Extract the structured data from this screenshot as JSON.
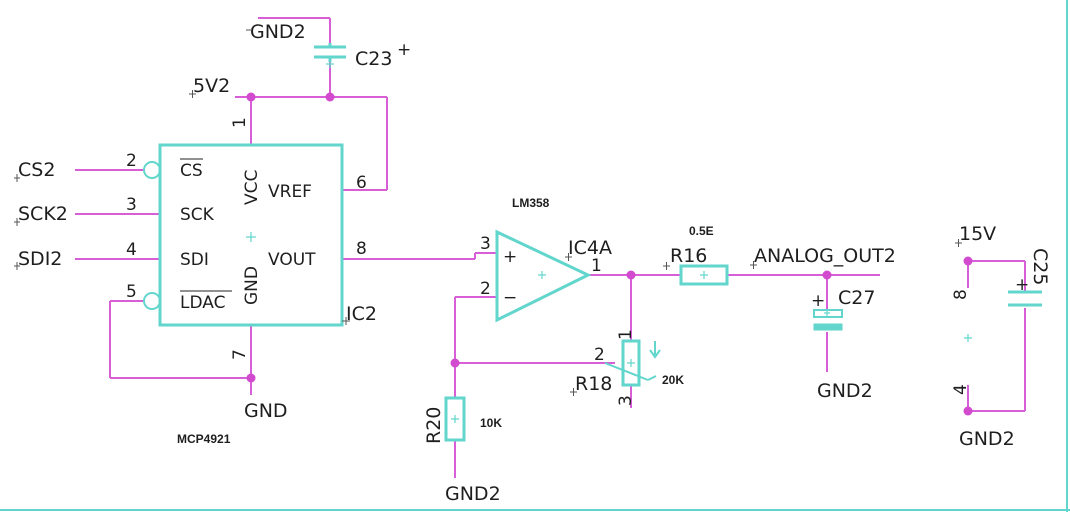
{
  "labels": {
    "gnd_top": "GND2",
    "c23": "C23",
    "v5": "5V2",
    "cs2": "CS2",
    "sck2": "SCK2",
    "sdi2": "SDI2",
    "ic2": "IC2",
    "gnd_dac": "GND",
    "mcp": "MCP4921",
    "lm358": "LM358",
    "ic4a": "IC4A",
    "r16": "R16",
    "r16_val": "0.5E",
    "analog_out": "ANALOG_OUT2",
    "c27": "C27",
    "gnd_c27": "GND2",
    "r18": "R18",
    "r18_val": "20K",
    "r20": "R20",
    "r20_val": "10K",
    "gnd_r20": "GND2",
    "v15": "15V",
    "c25": "C25",
    "gnd_c25": "GND2"
  },
  "pins": {
    "cs": "CS",
    "sck": "SCK",
    "sdi": "SDI",
    "ldac": "LDAC",
    "vcc": "VCC",
    "vref": "VREF",
    "vout": "VOUT",
    "gnd": "GND"
  },
  "pin_numbers": {
    "ic2_vcc": "1",
    "ic2_cs": "2",
    "ic2_sck": "3",
    "ic2_sdi": "4",
    "ic2_ldac": "5",
    "ic2_vref": "6",
    "ic2_gnd": "7",
    "ic2_vout": "8",
    "op_in_plus": "3",
    "op_in_minus": "2",
    "op_out": "1",
    "r18_top": "1",
    "r18_wiper": "2",
    "r18_bottom": "3",
    "c25_top": "8",
    "c25_bottom": "4"
  },
  "symbols": {
    "plus": "+",
    "minus": "−"
  },
  "colors": {
    "symbol": "#62d6cc",
    "wire": "#d75ed6",
    "junction": "#d24bcf",
    "text": "#1e1e1e"
  }
}
